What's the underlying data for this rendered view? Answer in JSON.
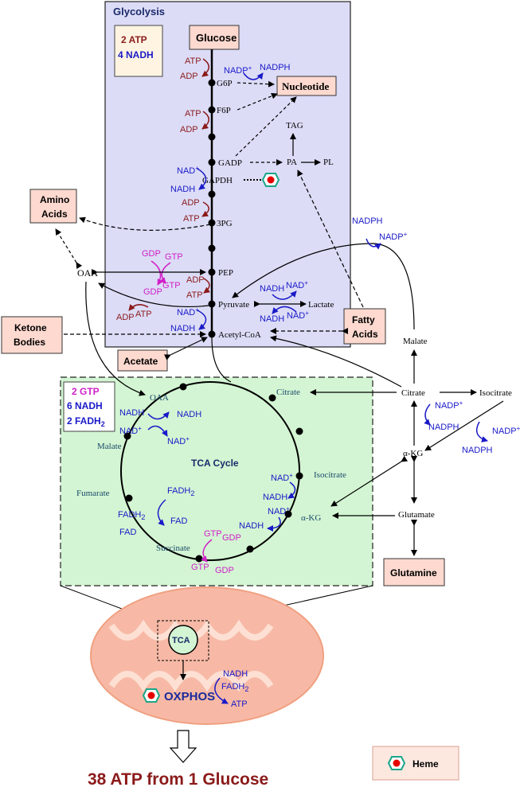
{
  "glycolysis": {
    "title": "Glycolysis",
    "yield": {
      "atp": "2 ATP",
      "nadh": "4 NADH"
    },
    "glucose": "Glucose",
    "nucleotide": "Nucleotide",
    "metabolites": {
      "g6p": "G6P",
      "f6p": "F6P",
      "gadp": "GADP",
      "gapdh": "GAPDH",
      "pg3": "3PG",
      "pep": "PEP",
      "pyruvate": "Pyruvate",
      "acetyl_coa": "Acetyl-CoA",
      "lactate": "Lactate",
      "pa": "PA",
      "tag": "TAG",
      "pl": "PL",
      "oaa": "OAA"
    },
    "cofactors": {
      "hk_atp": "ATP",
      "hk_adp": "ADP",
      "pfk_atp": "ATP",
      "pfk_adp": "ADP",
      "gapdh_nad": "NAD",
      "gapdh_nadh": "NADH",
      "pgk_adp": "ADP",
      "pgk_atp": "ATP",
      "pk_adp": "ADP",
      "pk_atp": "ATP",
      "pdh_nad": "NAD",
      "pdh_nadh": "NADH",
      "ppp_nadp": "NADP",
      "ppp_nadph": "NADPH",
      "pepck_gdp1": "GDP",
      "pepck_gtp1": "GTP",
      "pepck_gdp2": "GDP",
      "pepck_gtp2": "GTP",
      "ldh_nadh1": "NADH",
      "ldh_nad1": "NAD",
      "ldh_nadh2": "NADH",
      "ldh_nad2": "NAD",
      "pc_adp": "ADP",
      "pc_atp": "ATP",
      "plus": "+"
    }
  },
  "side_boxes": {
    "amino_acids_1": "Amino",
    "amino_acids_2": "Acids",
    "ketone_1": "Ketone",
    "ketone_2": "Bodies",
    "acetate": "Acetate",
    "fatty_1": "Fatty",
    "fatty_2": "Acids",
    "glutamine": "Glutamine"
  },
  "right_pathway": {
    "malate": "Malate",
    "citrate": "Citrate",
    "isocitrate": "Isocitrate",
    "akg": "α-KG",
    "glutamate": "Glutamate",
    "me_nadph": "NADPH",
    "me_nadp": "NADP",
    "idh_nadp1": "NADP",
    "idh_nadph1": "NADPH",
    "idh_nadp2": "NADP",
    "idh_nadph2": "NADPH"
  },
  "tca": {
    "title": "TCA Cycle",
    "yield": {
      "gtp": "2 GTP",
      "nadh": "6 NADH",
      "fadh2": "2 FADH",
      "sub2": "2"
    },
    "metabolites": {
      "oaa": "OAA",
      "citrate": "Citrate",
      "isocitrate": "Isocitrate",
      "akg": "α-KG",
      "succinate": "Succinate",
      "fumarate": "Fumarate",
      "malate": "Malate"
    },
    "cofactors": {
      "mdh_nadh1": "NADH",
      "mdh_nadh2": "NADH",
      "mdh_nad1": "NAD",
      "mdh_nad2": "NAD",
      "sdh_fadh2_a": "FADH",
      "sdh_fadh2_b": "FADH",
      "sdh_fad_a": "FAD",
      "sdh_fad_b": "FAD",
      "idh_nad": "NAD",
      "idh_nadh": "NADH",
      "akgdh_nad": "NAD",
      "akgdh_nadh": "NADH",
      "scs_gtp1": "GTP",
      "scs_gdp1": "GDP",
      "scs_gtp2": "GTP",
      "scs_gdp2": "GDP",
      "sub2": "2"
    }
  },
  "mitochondrion": {
    "tca": "TCA",
    "oxphos": "OXPHOS",
    "nadh": "NADH",
    "fadh2": "FADH",
    "sub2": "2",
    "atp": "ATP"
  },
  "footer": {
    "result": "38 ATP from 1 Glucose",
    "legend_heme": "Heme"
  },
  "colors": {
    "glycolysis_bg": "#dcdcf7",
    "tca_bg": "#d3f5d3",
    "box_fill": "#fdd9cf",
    "atp_red": "#8b1a1a",
    "nadh_blue": "#1a1ac8",
    "gtp_magenta": "#d020c8",
    "heme_red": "#e60000",
    "heme_green": "#1aa68a",
    "mito_fill": "#f7b9a6"
  }
}
